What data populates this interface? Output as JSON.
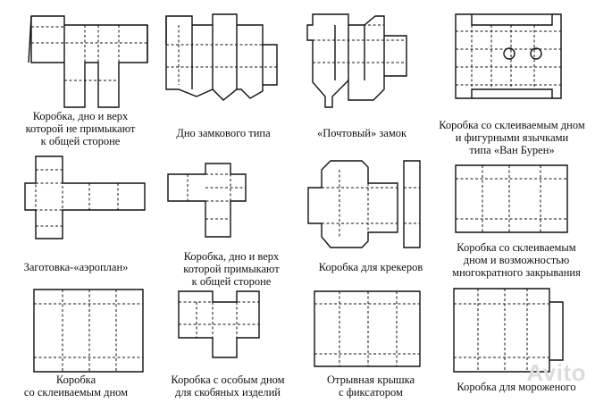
{
  "cells": [
    {
      "id": "box-1",
      "lines": [
        "Коробка, дно и верх",
        "которой не примыкают",
        "к общей стороне"
      ]
    },
    {
      "id": "box-2",
      "lines": [
        "Дно замкового типа"
      ]
    },
    {
      "id": "box-3",
      "lines": [
        "«Почтовый» замок"
      ]
    },
    {
      "id": "box-4",
      "lines": [
        "Коробка со склеиваемым дном",
        "и фигурными язычками",
        "типа «Ван Бурен»"
      ]
    },
    {
      "id": "box-5",
      "lines": [
        "Заготовка-«аэроплан»"
      ]
    },
    {
      "id": "box-6",
      "lines": [
        "Коробка, дно и верх",
        "которой примыкают",
        "к общей стороне"
      ]
    },
    {
      "id": "box-7",
      "lines": [
        "Коробка для крекеров"
      ]
    },
    {
      "id": "box-8",
      "lines": [
        "Коробка со склеиваемым",
        "дном и возможностью",
        "многократного закрывания"
      ]
    },
    {
      "id": "box-9",
      "lines": [
        "Коробка",
        "со склеиваемым дном"
      ]
    },
    {
      "id": "box-10",
      "lines": [
        "Коробка с особым дном",
        "для скобяных изделий"
      ]
    },
    {
      "id": "box-11",
      "lines": [
        "Отрывная крышка",
        "с фиксатором"
      ]
    },
    {
      "id": "box-12",
      "lines": [
        "Коробка для мороженого"
      ]
    }
  ],
  "watermark": "Avito"
}
